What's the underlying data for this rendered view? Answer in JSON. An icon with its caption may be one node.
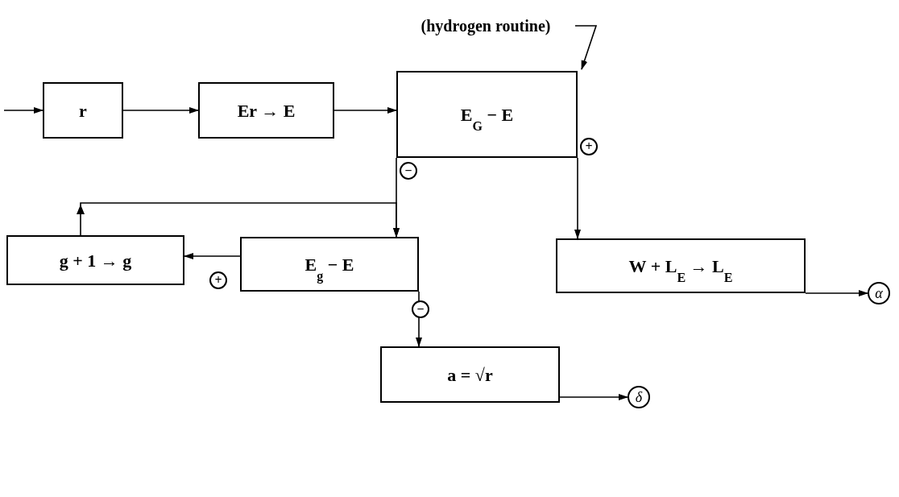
{
  "diagram": {
    "nodes": [
      {
        "text": [
          "(hydrogen routine)"
        ]
      },
      {
        "text": [
          "r"
        ]
      },
      {
        "text": [
          "Er → E"
        ]
      },
      {
        "text": [
          "E$_{G}$ − E"
        ]
      },
      {
        "text": [
          "g + 1 → g"
        ]
      },
      {
        "text": [
          "E$_{g}$ − E"
        ]
      },
      {
        "text": [
          "W + L$_{E}$ → L$_{E}$"
        ]
      },
      {
        "text": [
          "α"
        ]
      },
      {
        "text": [
          "a = √r"
        ]
      },
      {
        "text": [
          "δ"
        ]
      }
    ],
    "edges": [
      {
        "from": null,
        "to": 1,
        "arrow": "to"
      },
      {
        "from": 1,
        "to": 2,
        "arrow": "to"
      },
      {
        "from": 2,
        "to": 3,
        "arrow": "to"
      },
      {
        "from": 3,
        "to": 5,
        "arrow": "to",
        "label": "−"
      },
      {
        "from": 3,
        "to": 6,
        "arrow": "to",
        "label": "+"
      },
      {
        "from": 5,
        "to": 4,
        "arrow": "to",
        "label": "+"
      },
      {
        "from": 4,
        "to": 5,
        "arrow": "to"
      },
      {
        "from": 5,
        "to": 8,
        "arrow": "to",
        "label": "−"
      },
      {
        "from": 6,
        "to": 7,
        "arrow": "to"
      },
      {
        "from": 8,
        "to": 9,
        "arrow": "to"
      },
      {
        "from": 0,
        "to": 3,
        "arrow": "to"
      }
    ]
  }
}
